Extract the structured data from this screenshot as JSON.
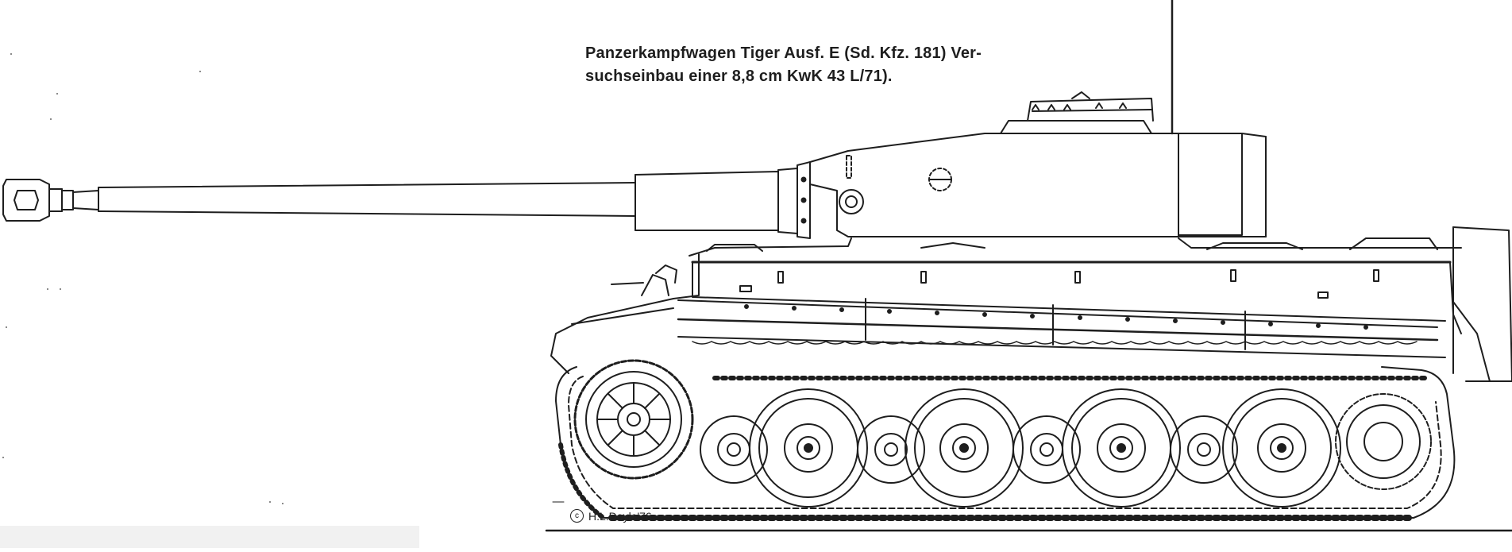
{
  "caption": {
    "line1": "Panzerkampfwagen Tiger Ausf. E (Sd. Kfz. 181) Ver-",
    "line2": "suchseinbau einer 8,8 cm KwK 43 L/71)."
  },
  "credit": {
    "symbol": "c",
    "text": "H.L.Doyle'76"
  },
  "colors": {
    "ink": "#1e1e1e",
    "paper": "#ffffff",
    "scan_margin": "#f1f1f1"
  }
}
